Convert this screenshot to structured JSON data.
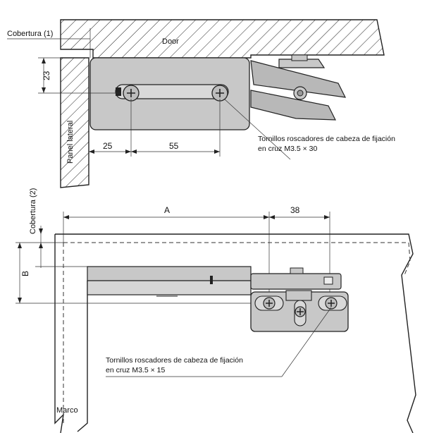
{
  "labels": {
    "cobertura1": "Cobertura (1)",
    "door": "Door",
    "panel_lateral": "Panel lateral",
    "cobertura2": "Cobertura (2)",
    "marco": "Marco",
    "screws_top_line1": "Tornillos roscadores de cabeza de fijación",
    "screws_top_line2": "en cruz M3.5 × 30",
    "screws_bottom_line1": "Tornillos roscadores de cabeza de fijación",
    "screws_bottom_line2": "en cruz M3.5 × 15"
  },
  "dimensions": {
    "d23": "23",
    "d25": "25",
    "d55": "55",
    "dA": "A",
    "d38": "38",
    "dB": "B"
  },
  "colors": {
    "part_fill": "#c8c8c8",
    "part_dark": "#a9a9a9",
    "line": "#222222"
  }
}
